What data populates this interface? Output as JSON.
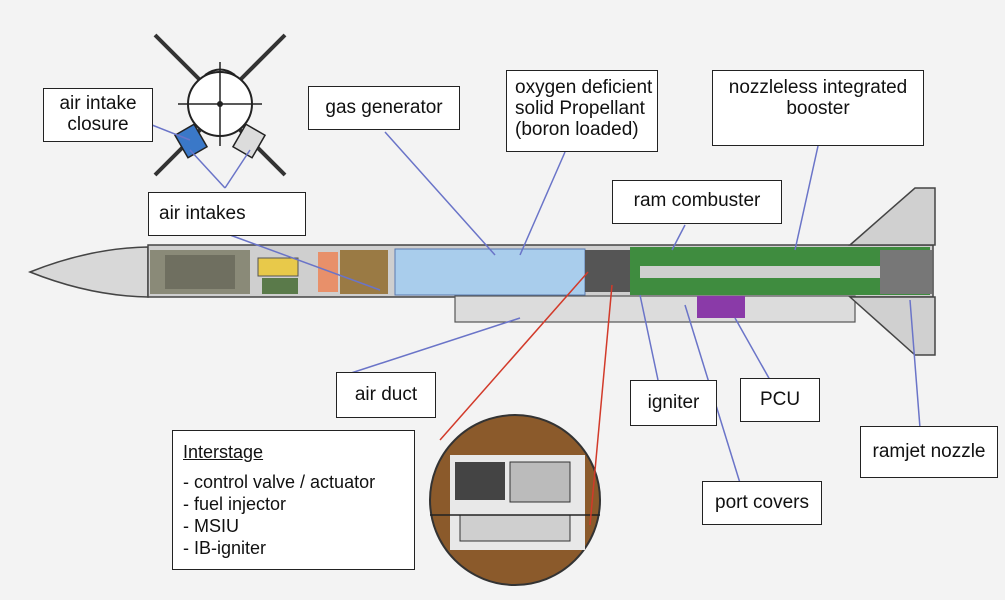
{
  "labels": {
    "air_intake_closure": [
      "air intake",
      "closure"
    ],
    "gas_generator": "gas generator",
    "oxygen_deficient": [
      "oxygen deficient",
      "solid Propellant",
      "(boron loaded)"
    ],
    "nozzleless_booster": [
      "nozzleless integrated",
      "booster"
    ],
    "ram_combuster": "ram combuster",
    "air_intakes": "air intakes",
    "air_duct": "air duct",
    "igniter": "igniter",
    "pcu": "PCU",
    "ramjet_nozzle": "ramjet nozzle",
    "port_covers": "port covers"
  },
  "interstage": {
    "title": "Interstage",
    "items": [
      "- control valve / actuator",
      "- fuel injector",
      "- MSIU",
      "- IB-igniter"
    ]
  },
  "colors": {
    "leader_blue": "#6a74c8",
    "leader_red": "#d23a2a",
    "booster_green": "#3f8c3f",
    "propellant_blue": "#a9cdec",
    "pcu_purple": "#8a3aa8",
    "gas_generator_brown": "#9a7a44"
  }
}
